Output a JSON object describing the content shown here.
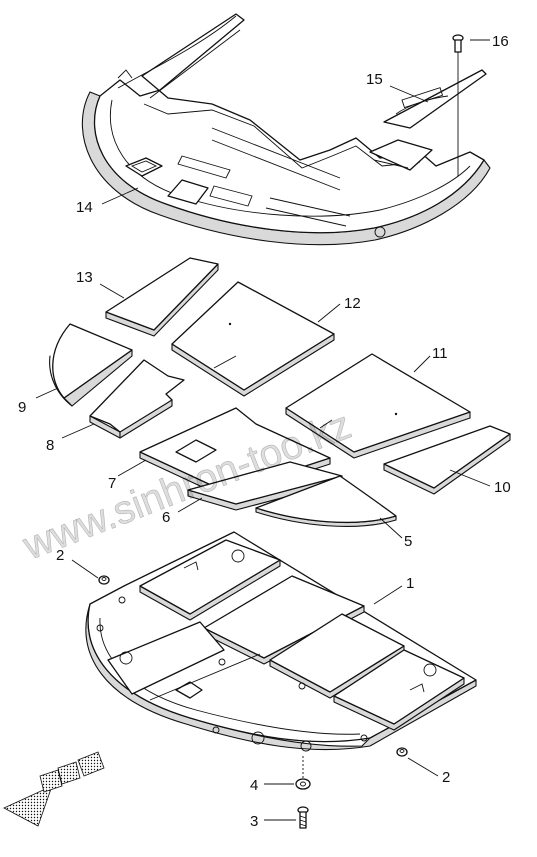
{
  "watermark": "www.sinhron-too.kz",
  "callouts": {
    "c1": "1",
    "c2a": "2",
    "c2b": "2",
    "c3": "3",
    "c4": "4",
    "c5": "5",
    "c6": "6",
    "c7": "7",
    "c8": "8",
    "c9": "9",
    "c10": "10",
    "c11": "11",
    "c12": "12",
    "c13": "13",
    "c14": "14",
    "c15": "15",
    "c16": "16"
  },
  "colors": {
    "line": "#111111",
    "fill": "#ffffff",
    "shade": "#d9d9d9"
  },
  "icons": {
    "direction": "front-arrow-icon"
  }
}
